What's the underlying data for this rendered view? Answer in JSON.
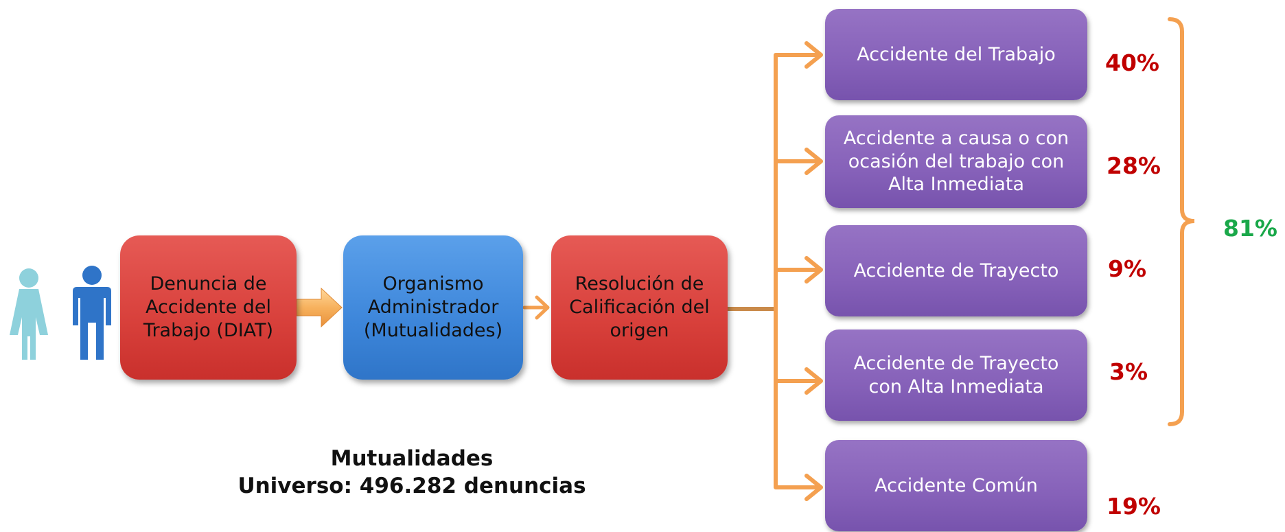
{
  "flow": {
    "step1": "Denuncia de Accidente del Trabajo (DIAT)",
    "step2": "Organismo Administrador (Mutualidades)",
    "step3": "Resolución de Calificación del origen"
  },
  "outcomes": [
    {
      "label": "Accidente del Trabajo",
      "pct": "40%"
    },
    {
      "label": "Accidente a causa o con ocasión del trabajo con Alta Inmediata",
      "pct": "28%"
    },
    {
      "label": "Accidente de Trayecto",
      "pct": "9%"
    },
    {
      "label": "Accidente de Trayecto con Alta Inmediata",
      "pct": "3%"
    },
    {
      "label": "Accidente Común",
      "pct": "19%"
    }
  ],
  "bracket_total": "81%",
  "summary": {
    "line1": "Mutualidades",
    "line2": "Universo: 496.282 denuncias"
  },
  "icons": [
    "woman-icon",
    "man-icon"
  ],
  "colors": {
    "red": "#d8403b",
    "blue": "#3d86da",
    "purple": "#8661b9",
    "arrow": "#f4a050",
    "pct_red": "#c00000",
    "pct_green": "#1aa84a"
  }
}
